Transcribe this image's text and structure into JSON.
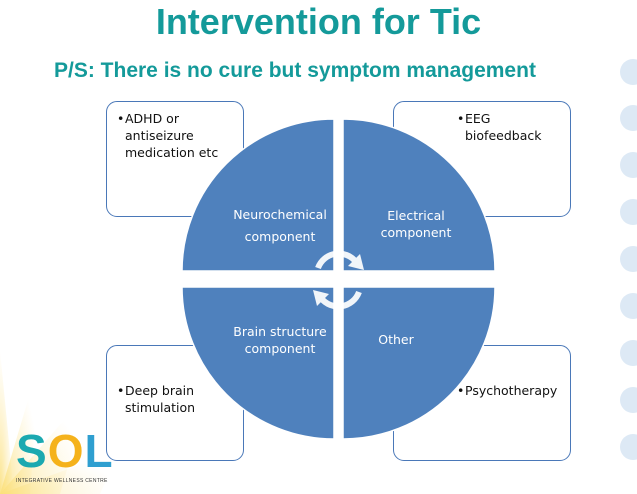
{
  "title": "Intervention for Tic",
  "subtitle": "P/S:  There is no cure but symptom management",
  "quadrants": {
    "top_left": {
      "line1": "Neurochemical",
      "line2": "component"
    },
    "top_right": {
      "line1": "Electrical",
      "line2": "component"
    },
    "bottom_left": {
      "line1": "Brain structure",
      "line2": "component"
    },
    "bottom_right": {
      "line1": "Other"
    }
  },
  "boxes": {
    "top_left": "ADHD or antiseizure medication etc",
    "top_right": "EEG biofeedback",
    "bottom_left": "Deep brain stimulation",
    "bottom_right": "Psychotherapy"
  },
  "logo": {
    "s": "S",
    "o": "O",
    "l": "L",
    "tagline": "INTEGRATIVE WELLNESS CENTRE"
  },
  "colors": {
    "title": "#149a9a",
    "quadrant_fill": "#4f81bd",
    "box_border": "#4a78b8",
    "logo_s": "#1ba9b0",
    "logo_o": "#f5b21b",
    "logo_l": "#2f9fd0"
  },
  "icons": [
    "circular-arrows-icon"
  ]
}
